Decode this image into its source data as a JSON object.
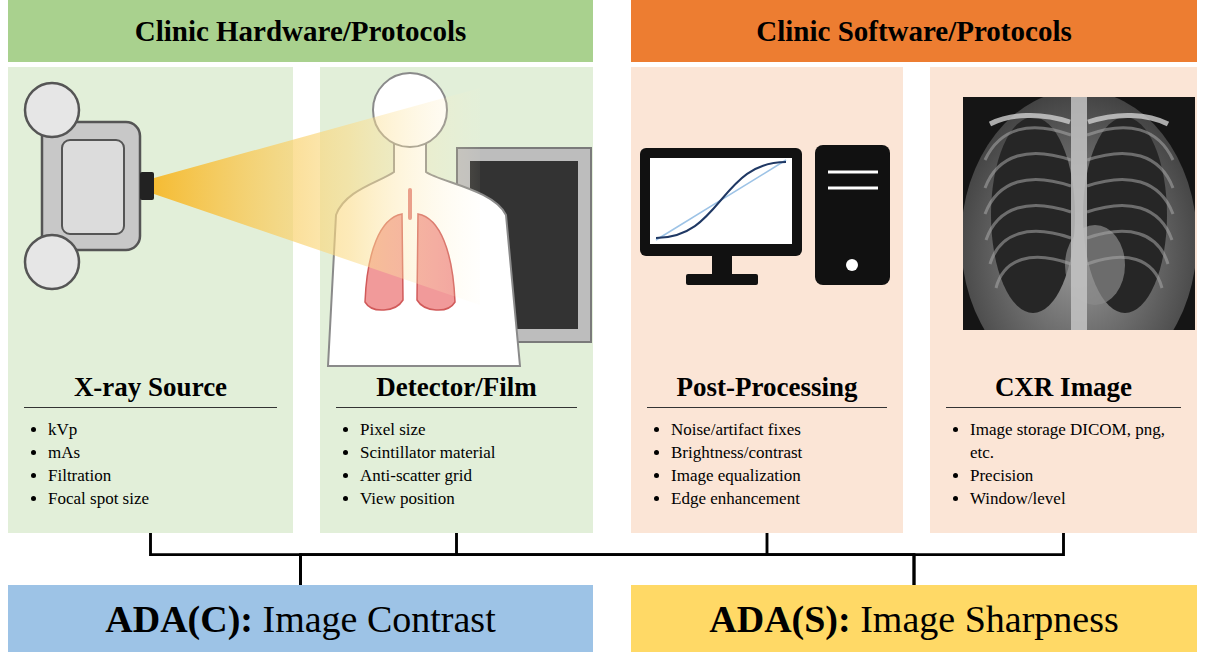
{
  "diagram": {
    "nodes": [
      {
        "text": [
          "Clinic Hardware/Protocols"
        ]
      },
      {
        "text": [
          "Clinic Software/Protocols"
        ]
      },
      {
        "text": [
          "X-ray Source",
          "kVp",
          "mAs",
          "Filtration",
          "Focal spot size"
        ]
      },
      {
        "text": [
          "Detector/Film",
          "Pixel size",
          "Scintillator material",
          "Anti-scatter grid",
          "View position"
        ]
      },
      {
        "text": [
          "Post-Processing",
          "Noise/artifact fixes",
          "Brightness/contrast",
          "Image equalization",
          "Edge enhancement"
        ]
      },
      {
        "text": [
          "CXR Image",
          "Image storage DICOM, png, etc.",
          "Precision",
          "Window/level"
        ]
      },
      {
        "text": [
          "ADA(C):",
          "Image Contrast"
        ]
      },
      {
        "text": [
          "ADA(S):",
          "Image Sharpness"
        ]
      }
    ],
    "edges": [
      {
        "from": 2,
        "to": 6,
        "arrow": "none"
      },
      {
        "from": 2,
        "to": 7,
        "arrow": "none"
      },
      {
        "from": 3,
        "to": 6,
        "arrow": "none"
      },
      {
        "from": 3,
        "to": 7,
        "arrow": "none"
      },
      {
        "from": 4,
        "to": 6,
        "arrow": "none"
      },
      {
        "from": 4,
        "to": 7,
        "arrow": "none"
      },
      {
        "from": 5,
        "to": 6,
        "arrow": "none"
      },
      {
        "from": 5,
        "to": 7,
        "arrow": "none"
      }
    ]
  }
}
